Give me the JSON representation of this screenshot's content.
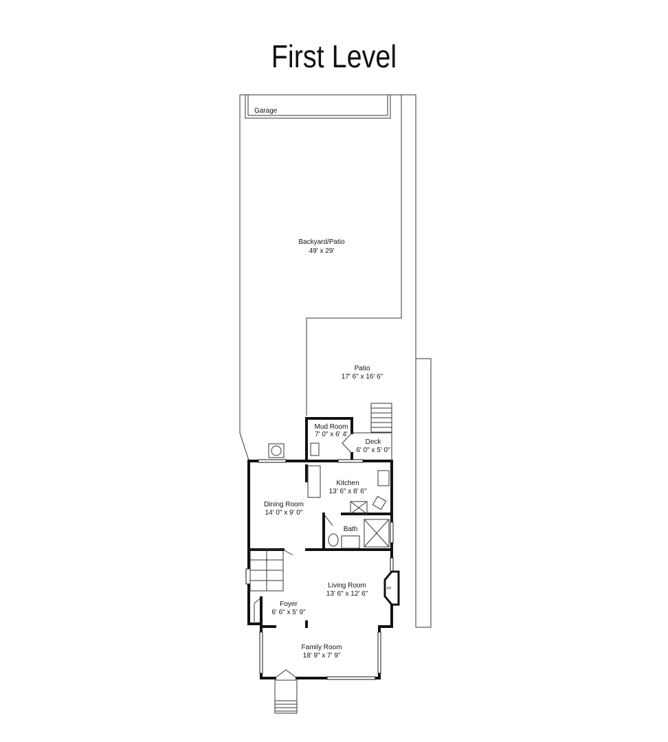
{
  "title": "First Level",
  "rooms": {
    "garage": {
      "name": "Garage"
    },
    "backyard": {
      "name": "Backyard/Patio",
      "dims": "49' x 29'"
    },
    "patio": {
      "name": "Patio",
      "dims": "17' 6\" x 16' 6\""
    },
    "mud_room": {
      "name": "Mud Room",
      "dims": "7' 0\" x 6' 4'"
    },
    "deck": {
      "name": "Deck",
      "dims": "6' 0\" x 5' 0\""
    },
    "kitchen": {
      "name": "Kitchen",
      "dims": "13' 6\" x 8' 6\""
    },
    "dining_room": {
      "name": "Dining Room",
      "dims": "14' 0\" x 9' 0\""
    },
    "bath": {
      "name": "Bath"
    },
    "living_room": {
      "name": "Living Room",
      "dims": "13' 6\" x 12' 6\""
    },
    "foyer": {
      "name": "Foyer",
      "dims": "6' 6\" x 5' 9\""
    },
    "family_room": {
      "name": "Family Room",
      "dims": "18' 9\" x 7' 9\""
    }
  },
  "symbols": {
    "fireplace": "FP"
  }
}
